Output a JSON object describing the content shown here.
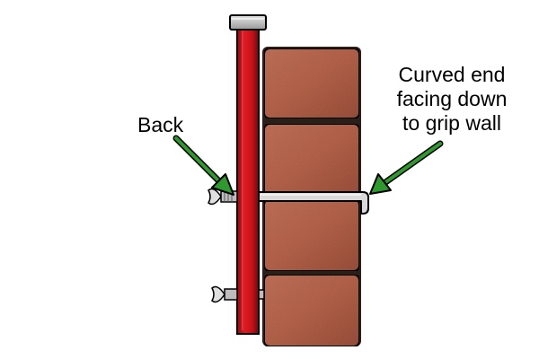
{
  "labels": {
    "back": "Back",
    "curved_end": {
      "line1": "Curved end",
      "line2": "facing down",
      "line3": "to grip wall"
    }
  },
  "icons": {
    "arrows": [
      "green-arrow-icon",
      "green-arrow-icon"
    ],
    "fasteners": [
      "wing-nut-icon",
      "wing-nut-icon"
    ]
  },
  "colors": {
    "pipe": "#d2131b",
    "pipe_dark": "#7a0a0f",
    "brick": "#b5624a",
    "brick_dark": "#7e3f2f",
    "mortar": "#3a2a22",
    "clip": "#d9d9d9",
    "arrow": "#1f8a1f",
    "outline": "#000000"
  }
}
